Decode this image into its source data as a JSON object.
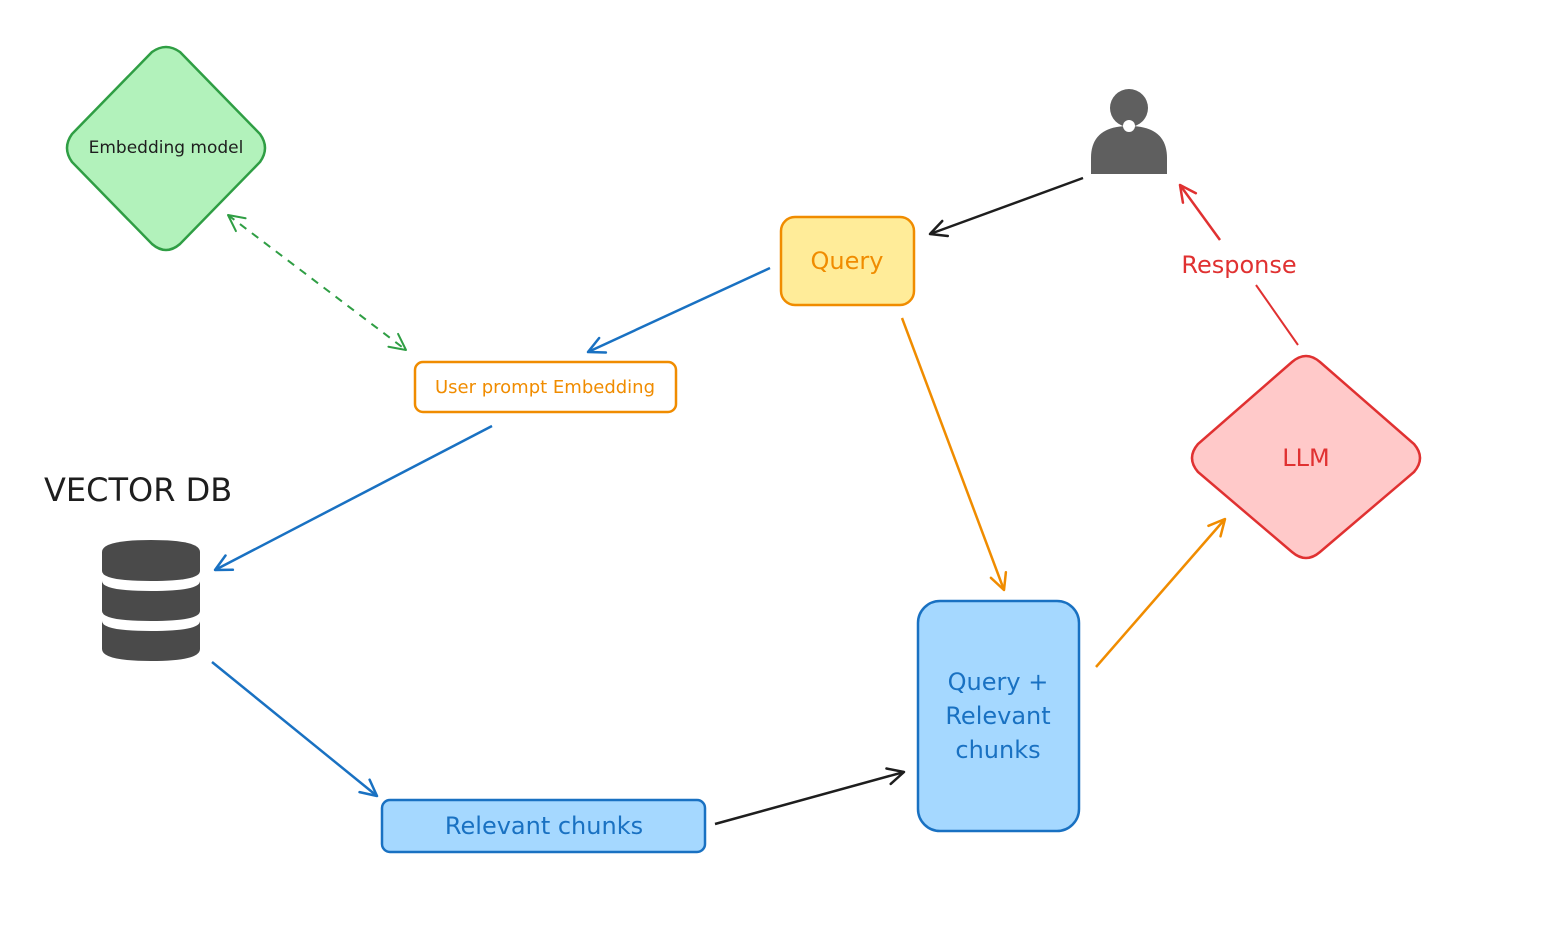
{
  "nodes": {
    "embedding_model": {
      "label": "Embedding model"
    },
    "vector_db": {
      "label": "VECTOR DB"
    },
    "user_prompt_embedding": {
      "label": "User prompt Embedding"
    },
    "query": {
      "label": "Query"
    },
    "relevant_chunks": {
      "label": "Relevant chunks"
    },
    "query_plus_chunks": {
      "line1": "Query +",
      "line2": "Relevant",
      "line3": "chunks"
    },
    "llm": {
      "label": "LLM"
    }
  },
  "edges": {
    "response_label": "Response"
  },
  "icons": {
    "user": "user-icon",
    "database": "database-icon"
  },
  "colors": {
    "green_fill": "#b2f2bb",
    "green_stroke": "#2f9e44",
    "orange_stroke": "#f08c00",
    "yellow_fill": "#ffec99",
    "blue_fill": "#a5d8ff",
    "blue_stroke": "#1971c2",
    "red_fill": "#ffc9c9",
    "red_stroke": "#e03131",
    "dark": "#1e1e1e",
    "icon_gray": "#5f5f5f"
  }
}
